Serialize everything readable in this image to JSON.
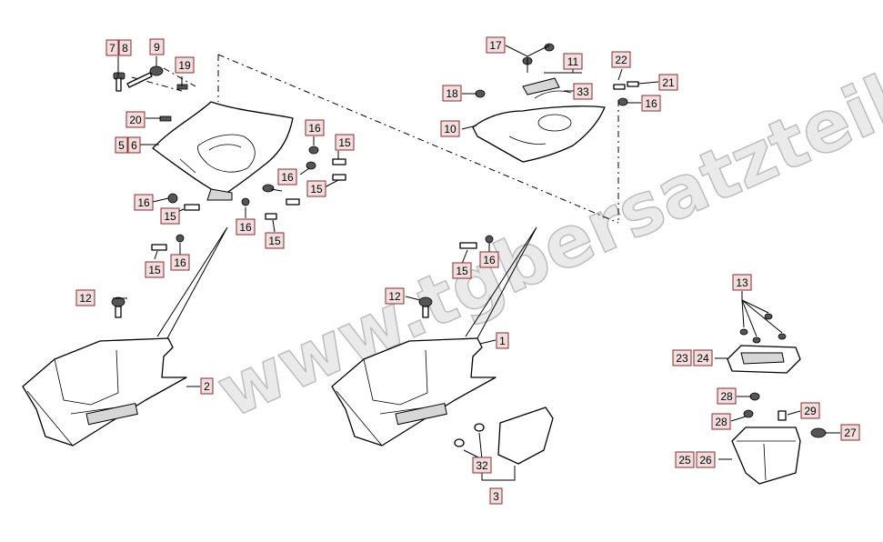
{
  "watermark": "www.tgbersatzteile.de",
  "labels": {
    "l7": "7",
    "l8": "8",
    "l9": "9",
    "l19": "19",
    "l20": "20",
    "l5": "5",
    "l6": "6",
    "l16a": "16",
    "l15a": "15",
    "l16b": "16",
    "l15b": "15",
    "l16c": "16",
    "l15c": "15",
    "l16d": "16",
    "l15d": "15",
    "l15e": "15",
    "l16e": "16",
    "l17": "17",
    "l11": "11",
    "l18": "18",
    "l33": "33",
    "l10": "10",
    "l22": "22",
    "l21": "21",
    "l16f": "16",
    "l15f": "15",
    "l16g": "16",
    "l12a": "12",
    "l2": "2",
    "l12b": "12",
    "l1": "1",
    "l32": "32",
    "l3": "3",
    "l13": "13",
    "l23": "23",
    "l24": "24",
    "l28a": "28",
    "l28b": "28",
    "l29": "29",
    "l27": "27",
    "l25": "25",
    "l26": "26"
  }
}
